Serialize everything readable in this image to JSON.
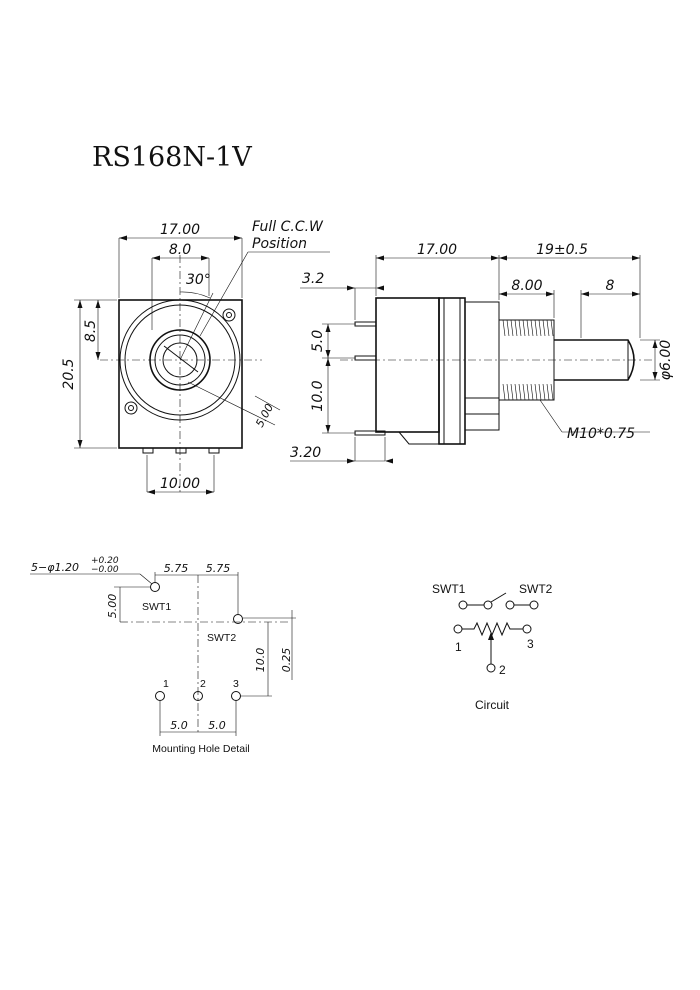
{
  "title": "RS168N-1V",
  "front_view": {
    "width_total": "17.00",
    "width_inner": "8.0",
    "angle": "30°",
    "note_line1": "Full C.C.W",
    "note_line2": "Position",
    "height_total": "20.5",
    "height_center": "8.5",
    "diameter": "5.00",
    "pin_span": "10.00"
  },
  "side_view": {
    "body_length": "17.00",
    "shaft_length": "19±0.5",
    "thread_length": "8.00",
    "flat_length": "8",
    "pin_offset_top": "3.2",
    "pin_gap_1": "5.0",
    "pin_gap_2": "10.0",
    "pin_offset_bottom": "3.20",
    "shaft_diameter": "φ6.00",
    "thread_spec": "M10*0.75"
  },
  "mounting": {
    "hole_spec": "5−φ1.20",
    "tol_plus": "+0.20",
    "tol_minus": "−0.00",
    "spacing_a": "5.75",
    "spacing_b": "5.75",
    "vertical_offset": "5.00",
    "swt1": "SWT1",
    "swt2": "SWT2",
    "pin1": "1",
    "pin2": "2",
    "pin3": "3",
    "vertical_span": "10.0",
    "small_offset": "0.25",
    "pitch_a": "5.0",
    "pitch_b": "5.0",
    "caption": "Mounting Hole Detail"
  },
  "circuit": {
    "swt1": "SWT1",
    "swt2": "SWT2",
    "pin1": "1",
    "pin2": "2",
    "pin3": "3",
    "caption": "Circuit"
  }
}
